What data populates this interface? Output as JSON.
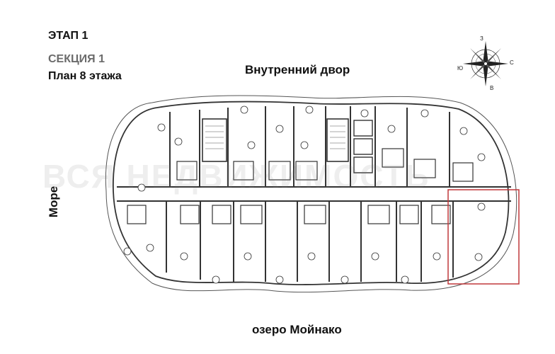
{
  "header": {
    "stage": "ЭТАП 1",
    "section": "СЕКЦИЯ 1",
    "floor_plan": "План 8 этажа"
  },
  "sides": {
    "north": "Внутренний двор",
    "west": "Море",
    "south": "озеро Мойнако"
  },
  "compass": {
    "n": "З",
    "e": "С",
    "s": "В",
    "w": "Ю"
  },
  "watermark": "ВСЯ НЕДВИЖИМОСТЬ",
  "colors": {
    "walls": "#333333",
    "highlight": "#c0393b",
    "section_gray": "#6b6b6b"
  }
}
